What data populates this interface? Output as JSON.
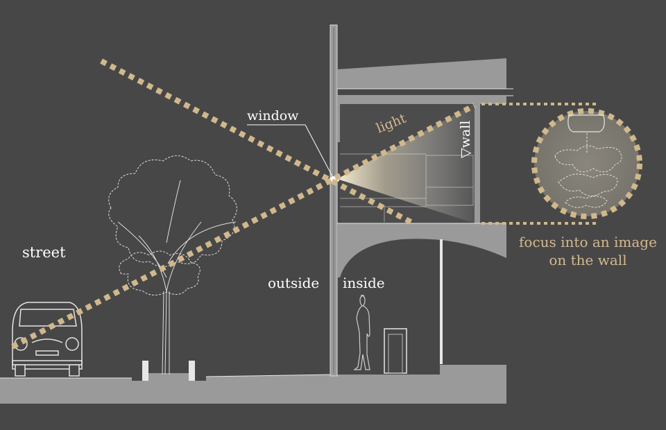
{
  "labels": {
    "window": "window",
    "light": "light",
    "wall": "▽wall",
    "street": "street",
    "outside": "outside",
    "inside": "inside",
    "focus_line1": "focus into an image",
    "focus_line2": "on the wall"
  },
  "colors": {
    "background": "#474747",
    "building": "#9a9a9a",
    "line": "#e6e6e6",
    "beam": "#d0b88c",
    "glow": "#fff6d8"
  }
}
